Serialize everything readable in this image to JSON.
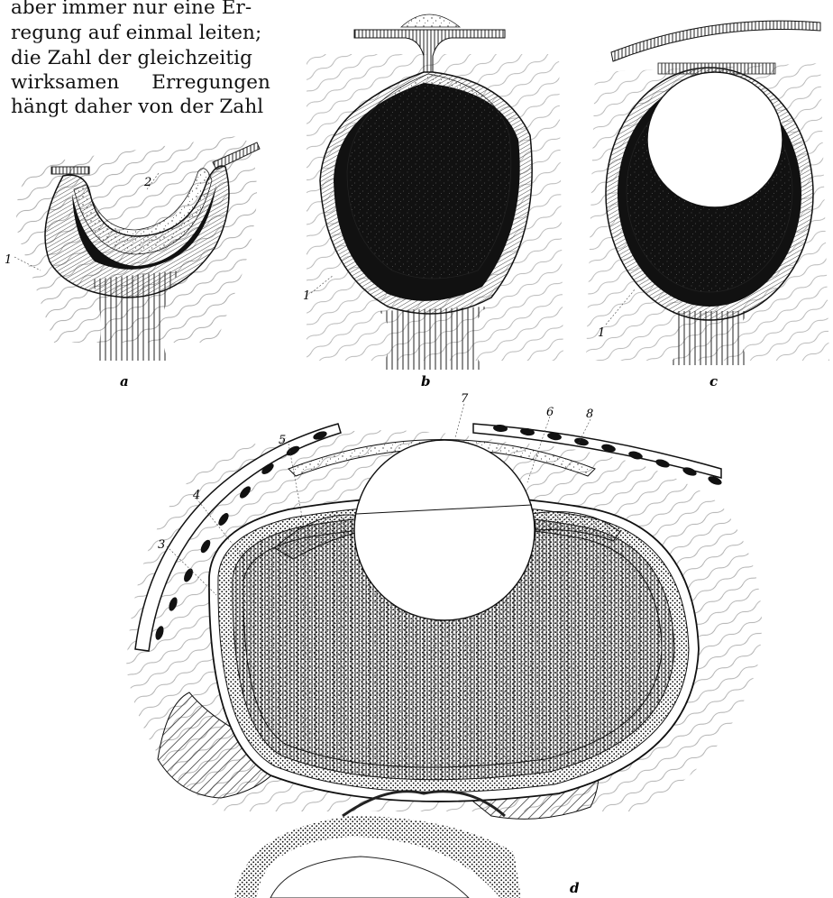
{
  "text": {
    "lines": [
      "aber immer nur eine Er-",
      "regung auf einmal leiten;",
      "die Zahl der gleichzeitig",
      "wirksamen Erregungen",
      "hängt daher von der Zahl"
    ],
    "justified_line": {
      "left": "wirksamen",
      "right": "Erregungen"
    }
  },
  "figure": {
    "panel_letters": {
      "a": "a",
      "b": "b",
      "c": "c",
      "d": "d"
    },
    "numbers": {
      "n1a": "1",
      "n2a": "2",
      "n1b": "1",
      "n1c": "1",
      "n3": "3",
      "n4": "4",
      "n5": "5",
      "n6": "6",
      "n7": "7",
      "n8": "8"
    }
  }
}
